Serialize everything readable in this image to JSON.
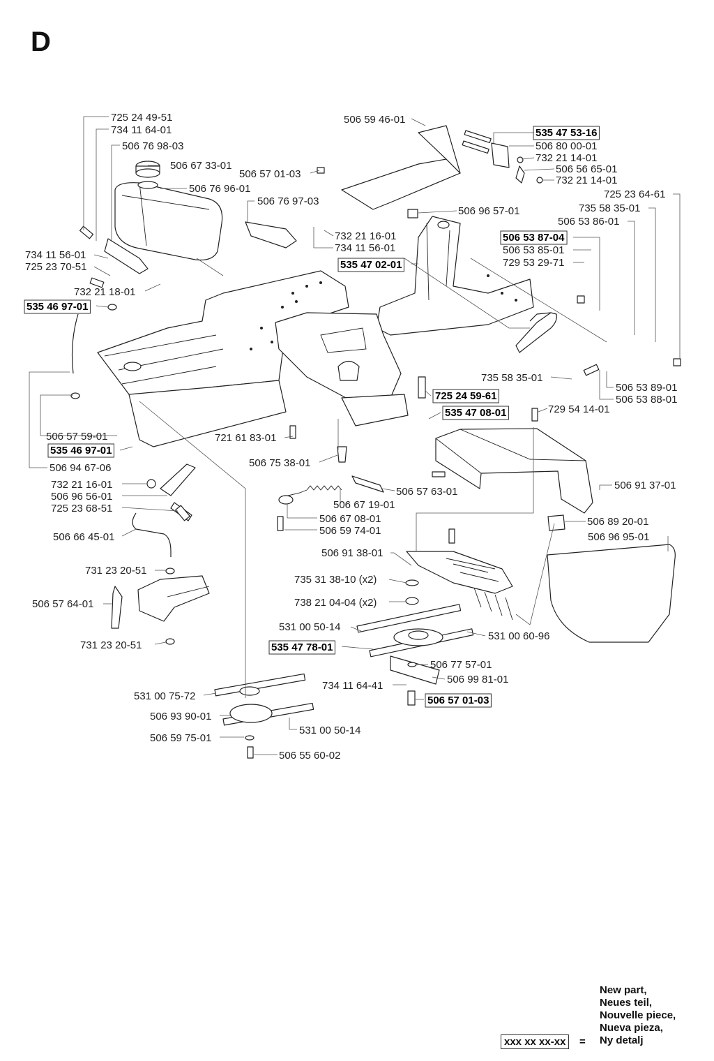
{
  "page": {
    "title": "D"
  },
  "labels": [
    {
      "id": "l1",
      "text": "725 24 49-51",
      "new": false
    },
    {
      "id": "l2",
      "text": "734 11 64-01",
      "new": false
    },
    {
      "id": "l3",
      "text": "506 76 98-03",
      "new": false
    },
    {
      "id": "l4",
      "text": "506 67 33-01",
      "new": false
    },
    {
      "id": "l5",
      "text": "506 76 96-01",
      "new": false
    },
    {
      "id": "l6",
      "text": "506 76 97-03",
      "new": false
    },
    {
      "id": "l7",
      "text": "732 21 16-01",
      "new": false
    },
    {
      "id": "l8",
      "text": "734 11 56-01",
      "new": false
    },
    {
      "id": "l9",
      "text": "734 11 56-01",
      "new": false
    },
    {
      "id": "l10",
      "text": "725 23 70-51",
      "new": false
    },
    {
      "id": "l11",
      "text": "732 21 18-01",
      "new": false
    },
    {
      "id": "l12",
      "text": "535 46 97-01",
      "new": true
    },
    {
      "id": "l13",
      "text": "506 59 46-01",
      "new": false
    },
    {
      "id": "l14",
      "text": "506 57 01-03",
      "new": false
    },
    {
      "id": "l15",
      "text": "535 47 53-16",
      "new": true
    },
    {
      "id": "l16",
      "text": "506 80 00-01",
      "new": false
    },
    {
      "id": "l17",
      "text": "732 21 14-01",
      "new": false
    },
    {
      "id": "l18",
      "text": "506 56 65-01",
      "new": false
    },
    {
      "id": "l19",
      "text": "732 21 14-01",
      "new": false
    },
    {
      "id": "l20",
      "text": "725 23 64-61",
      "new": false
    },
    {
      "id": "l21",
      "text": "506 96 57-01",
      "new": false
    },
    {
      "id": "l22",
      "text": "735 58 35-01",
      "new": false
    },
    {
      "id": "l23",
      "text": "506 53 86-01",
      "new": false
    },
    {
      "id": "l24",
      "text": "506 53 87-04",
      "new": true
    },
    {
      "id": "l25",
      "text": "506 53 85-01",
      "new": false
    },
    {
      "id": "l26",
      "text": "729 53 29-71",
      "new": false
    },
    {
      "id": "l27",
      "text": "535 47 02-01",
      "new": true
    },
    {
      "id": "l28",
      "text": "735 58 35-01",
      "new": false
    },
    {
      "id": "l29",
      "text": "506 53 89-01",
      "new": false
    },
    {
      "id": "l30",
      "text": "506 53 88-01",
      "new": false
    },
    {
      "id": "l31",
      "text": "725 24 59-61",
      "new": true
    },
    {
      "id": "l32",
      "text": "535 47 08-01",
      "new": true
    },
    {
      "id": "l33",
      "text": "729 54 14-01",
      "new": false
    },
    {
      "id": "l34",
      "text": "506 57 59-01",
      "new": false
    },
    {
      "id": "l35",
      "text": "535 46 97-01",
      "new": true
    },
    {
      "id": "l36",
      "text": "506 94 67-06",
      "new": false
    },
    {
      "id": "l37",
      "text": "721 61 83-01",
      "new": false
    },
    {
      "id": "l38",
      "text": "506 75 38-01",
      "new": false
    },
    {
      "id": "l39",
      "text": "506 91 37-01",
      "new": false
    },
    {
      "id": "l40",
      "text": "732 21 16-01",
      "new": false
    },
    {
      "id": "l41",
      "text": "506 96 56-01",
      "new": false
    },
    {
      "id": "l42",
      "text": "725 23 68-51",
      "new": false
    },
    {
      "id": "l43",
      "text": "506 57 63-01",
      "new": false
    },
    {
      "id": "l44",
      "text": "506 67 19-01",
      "new": false
    },
    {
      "id": "l45",
      "text": "506 67 08-01",
      "new": false
    },
    {
      "id": "l46",
      "text": "506 59 74-01",
      "new": false
    },
    {
      "id": "l47",
      "text": "506 89 20-01",
      "new": false
    },
    {
      "id": "l48",
      "text": "506 96 95-01",
      "new": false
    },
    {
      "id": "l49",
      "text": "506 66 45-01",
      "new": false
    },
    {
      "id": "l50",
      "text": "506 91 38-01",
      "new": false
    },
    {
      "id": "l51",
      "text": "731 23 20-51",
      "new": false
    },
    {
      "id": "l52",
      "text": "735 31 38-10 (x2)",
      "new": false
    },
    {
      "id": "l53",
      "text": "738 21 04-04 (x2)",
      "new": false
    },
    {
      "id": "l54",
      "text": "506 57 64-01",
      "new": false
    },
    {
      "id": "l55",
      "text": "531 00 50-14",
      "new": false
    },
    {
      "id": "l56",
      "text": "531 00 60-96",
      "new": false
    },
    {
      "id": "l57",
      "text": "731 23 20-51",
      "new": false
    },
    {
      "id": "l58",
      "text": "535 47 78-01",
      "new": true
    },
    {
      "id": "l59",
      "text": "506 77 57-01",
      "new": false
    },
    {
      "id": "l60",
      "text": "734 11 64-41",
      "new": false
    },
    {
      "id": "l61",
      "text": "506 99 81-01",
      "new": false
    },
    {
      "id": "l62",
      "text": "506 57 01-03",
      "new": true
    },
    {
      "id": "l63",
      "text": "531 00 75-72",
      "new": false
    },
    {
      "id": "l64",
      "text": "506 93 90-01",
      "new": false
    },
    {
      "id": "l65",
      "text": "531 00 50-14",
      "new": false
    },
    {
      "id": "l66",
      "text": "506 59 75-01",
      "new": false
    },
    {
      "id": "l67",
      "text": "506 55 60-02",
      "new": false
    }
  ],
  "legend": {
    "lines": [
      "New part,",
      "Neues teil,",
      "Nouvelle piece,",
      "Nueva pieza,",
      "Ny detalj"
    ],
    "sample": "xxx xx xx-xx",
    "equals": "="
  }
}
